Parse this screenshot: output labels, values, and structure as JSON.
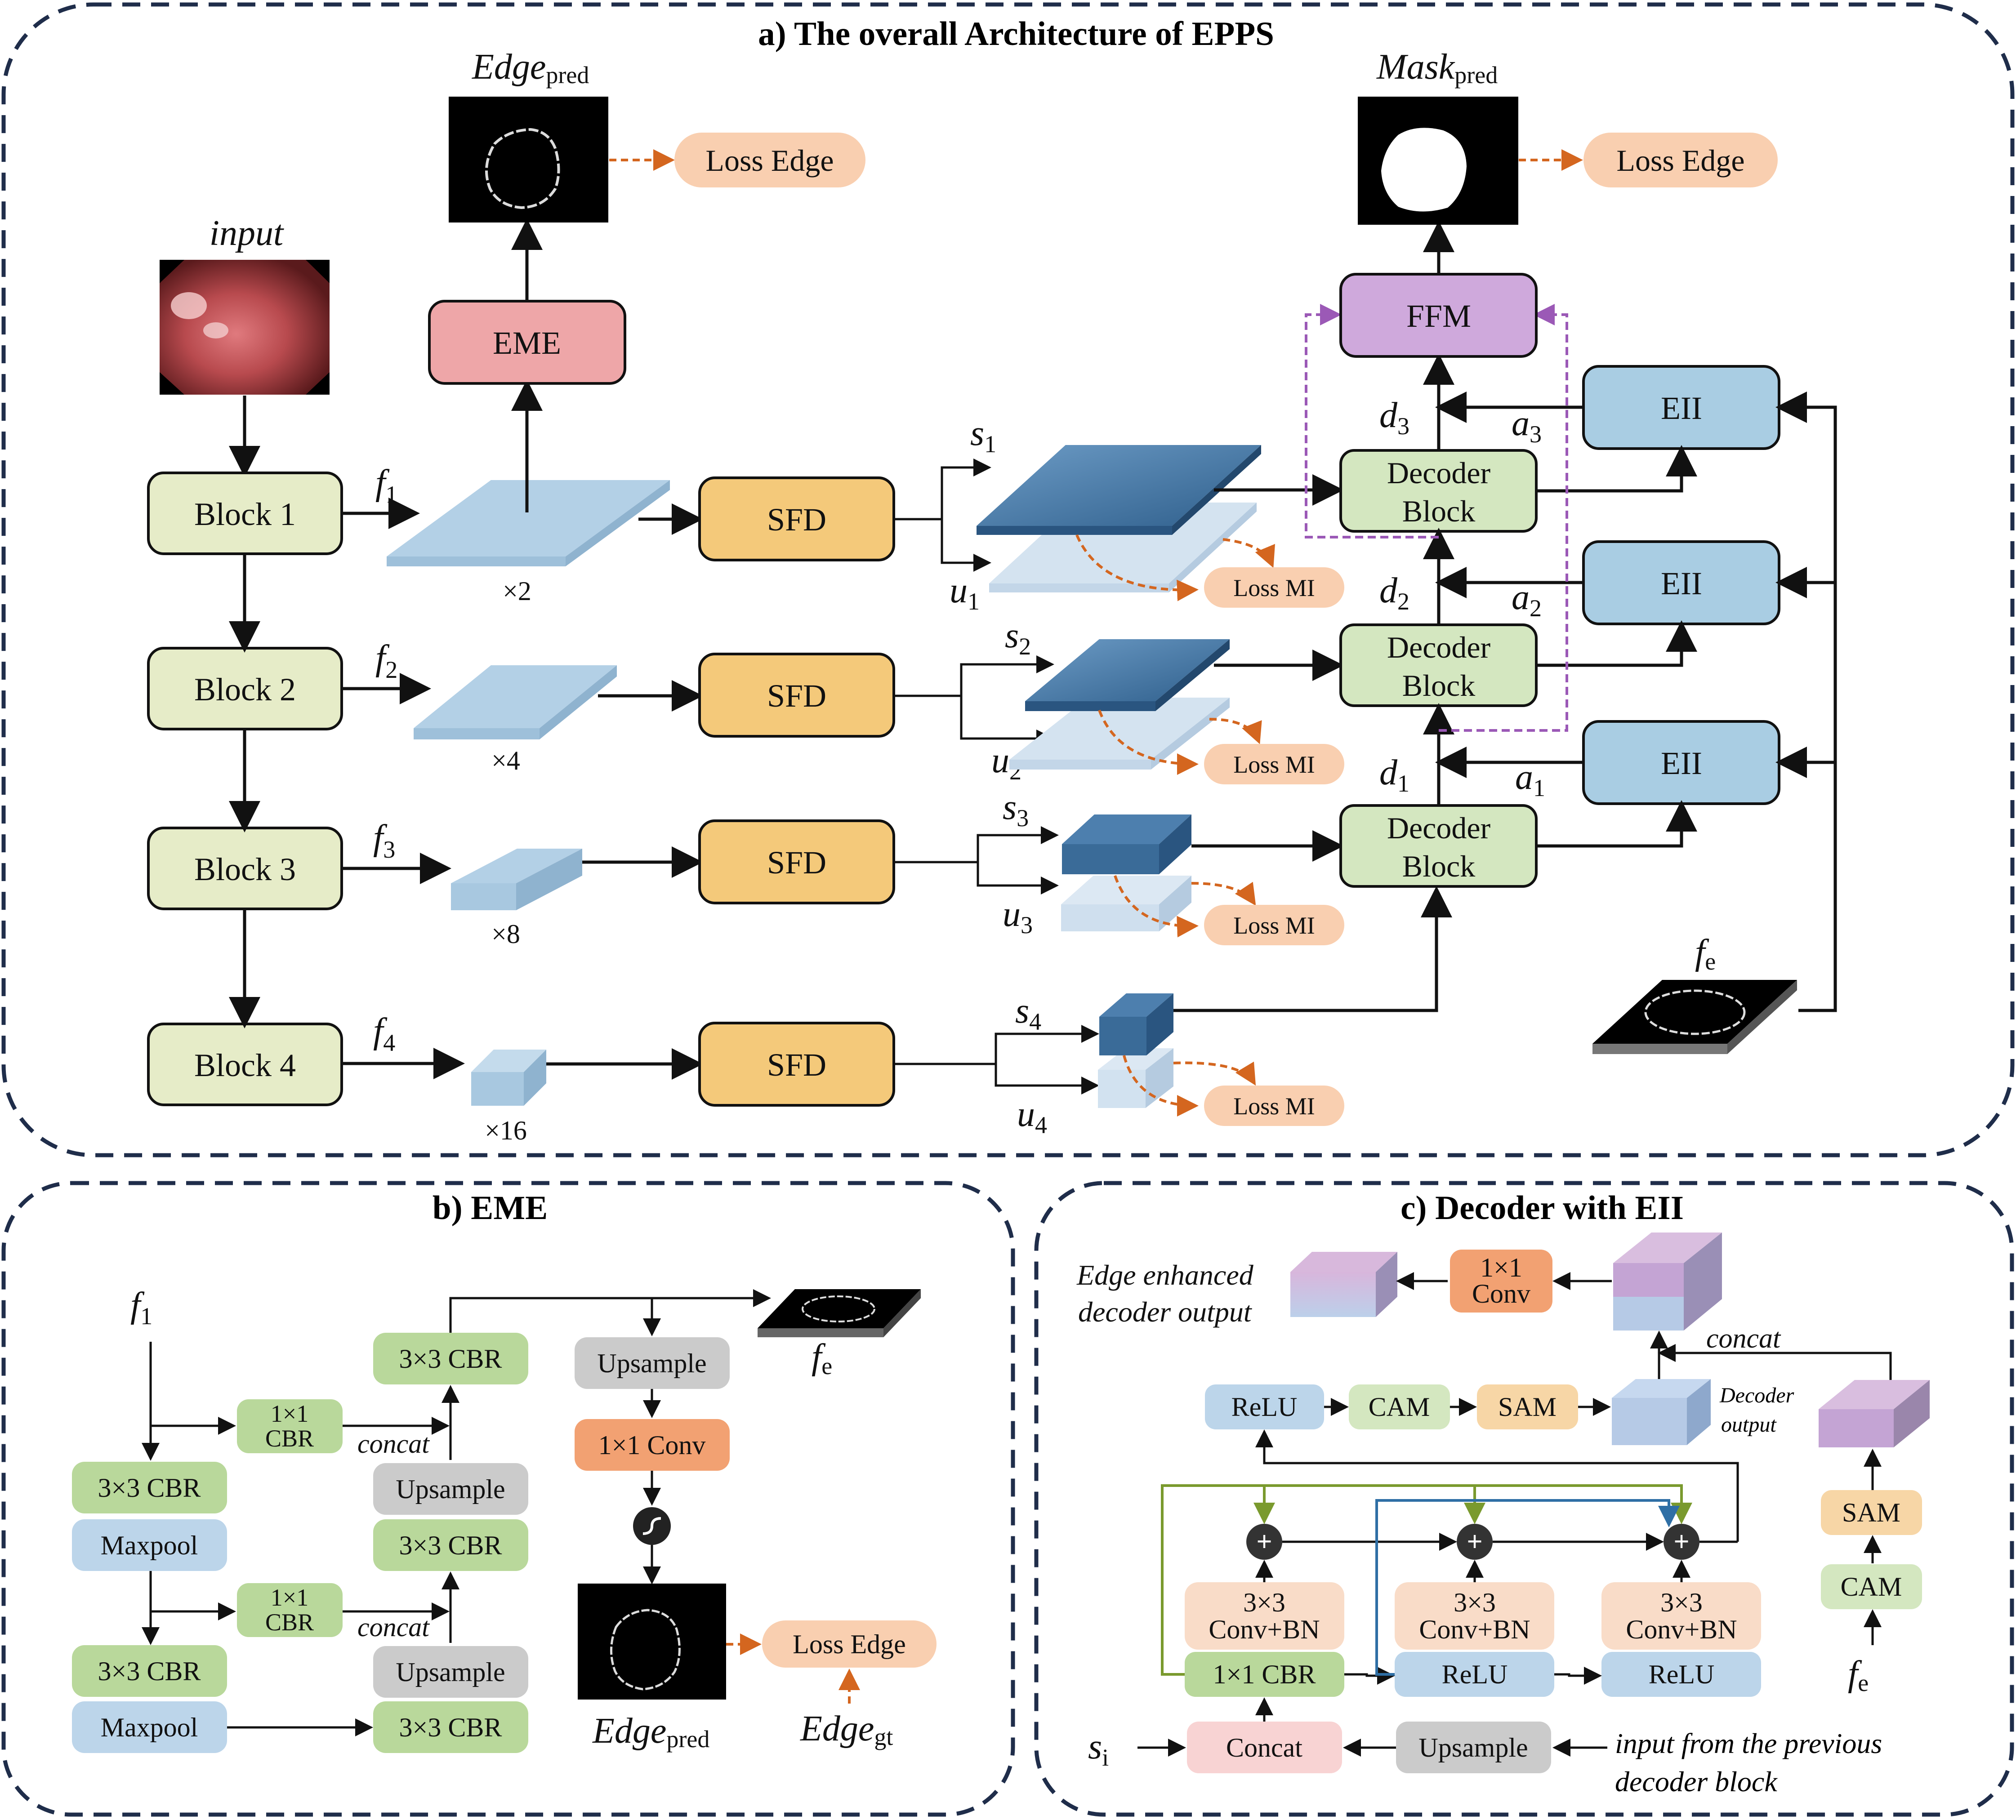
{
  "panel_a": {
    "title": "a)  The overall Architecture of EPPS",
    "input_label": "input",
    "blocks": [
      "Block 1",
      "Block 2",
      "Block 3",
      "Block 4"
    ],
    "features": [
      "f",
      "f",
      "f",
      "f"
    ],
    "feature_subs": [
      "1",
      "2",
      "3",
      "4"
    ],
    "scales": [
      "×2",
      "×4",
      "×8",
      "×16"
    ],
    "sfd": "SFD",
    "eme": "EME",
    "edge_pred_main": "Edge",
    "edge_pred_sub": "pred",
    "mask_pred_main": "Mask",
    "mask_pred_sub": "pred",
    "loss_edge": "Loss Edge",
    "loss_mi": "Loss MI",
    "ffm": "FFM",
    "decoder_block_l1": "Decoder",
    "decoder_block_l2": "Block",
    "eii": "EII",
    "s_label": "s",
    "u_label": "u",
    "d_label": "d",
    "a_label": "a",
    "fe_main": "f",
    "fe_sub": "e"
  },
  "panel_b": {
    "title": "b)  EME",
    "f1_main": "f",
    "f1_sub": "1",
    "cbr3": "3×3 CBR",
    "maxpool": "Maxpool",
    "cbr1_l1": "1×1",
    "cbr1_l2": "CBR",
    "concat": "concat",
    "upsample": "Upsample",
    "conv1": "1×1 Conv",
    "fe_main": "f",
    "fe_sub": "e",
    "loss_edge": "Loss Edge",
    "edge_pred_main": "Edge",
    "edge_pred_sub": "pred",
    "edge_gt_main": "Edge",
    "edge_gt_sub": "gt"
  },
  "panel_c": {
    "title": "c)  Decoder with EII",
    "edge_enh_l1": "Edge enhanced",
    "edge_enh_l2": "decoder output",
    "conv1_l1": "1×1",
    "conv1_l2": "Conv",
    "concat": "concat",
    "relu": "ReLU",
    "cam": "CAM",
    "sam": "SAM",
    "decoder_output_l1": "Decoder",
    "decoder_output_l2": "output",
    "conv_bn_l1": "3×3",
    "conv_bn_l2": "Conv+BN",
    "cbr1": "1×1 CBR",
    "concat_box": "Concat",
    "upsample": "Upsample",
    "si_main": "s",
    "si_sub": "i",
    "fe_main": "f",
    "fe_sub": "e",
    "prev_l1": "input from the previous",
    "prev_l2": "decoder block"
  },
  "colors": {
    "block": "#e6ecc8",
    "sfd": "#f4c97a",
    "eme": "#eea6a8",
    "ffm": "#cfa9dc",
    "decoder": "#d4e7c0",
    "eii": "#a9cde3",
    "loss": "#f9cfb0",
    "feature": "#aecde4",
    "s_feature": "#3f6f9c",
    "u_feature": "#d2e2f0",
    "cbr_green": "#b9d89b",
    "maxpool_blue": "#bcd5ea",
    "gray": "#cbcbcb",
    "conv_orange": "#f2a172",
    "concat_pink": "#f8d3d3",
    "panel_border": "#1f2d4a",
    "orange_arrow": "#d4661f",
    "purple_dash": "#9b59b6"
  }
}
